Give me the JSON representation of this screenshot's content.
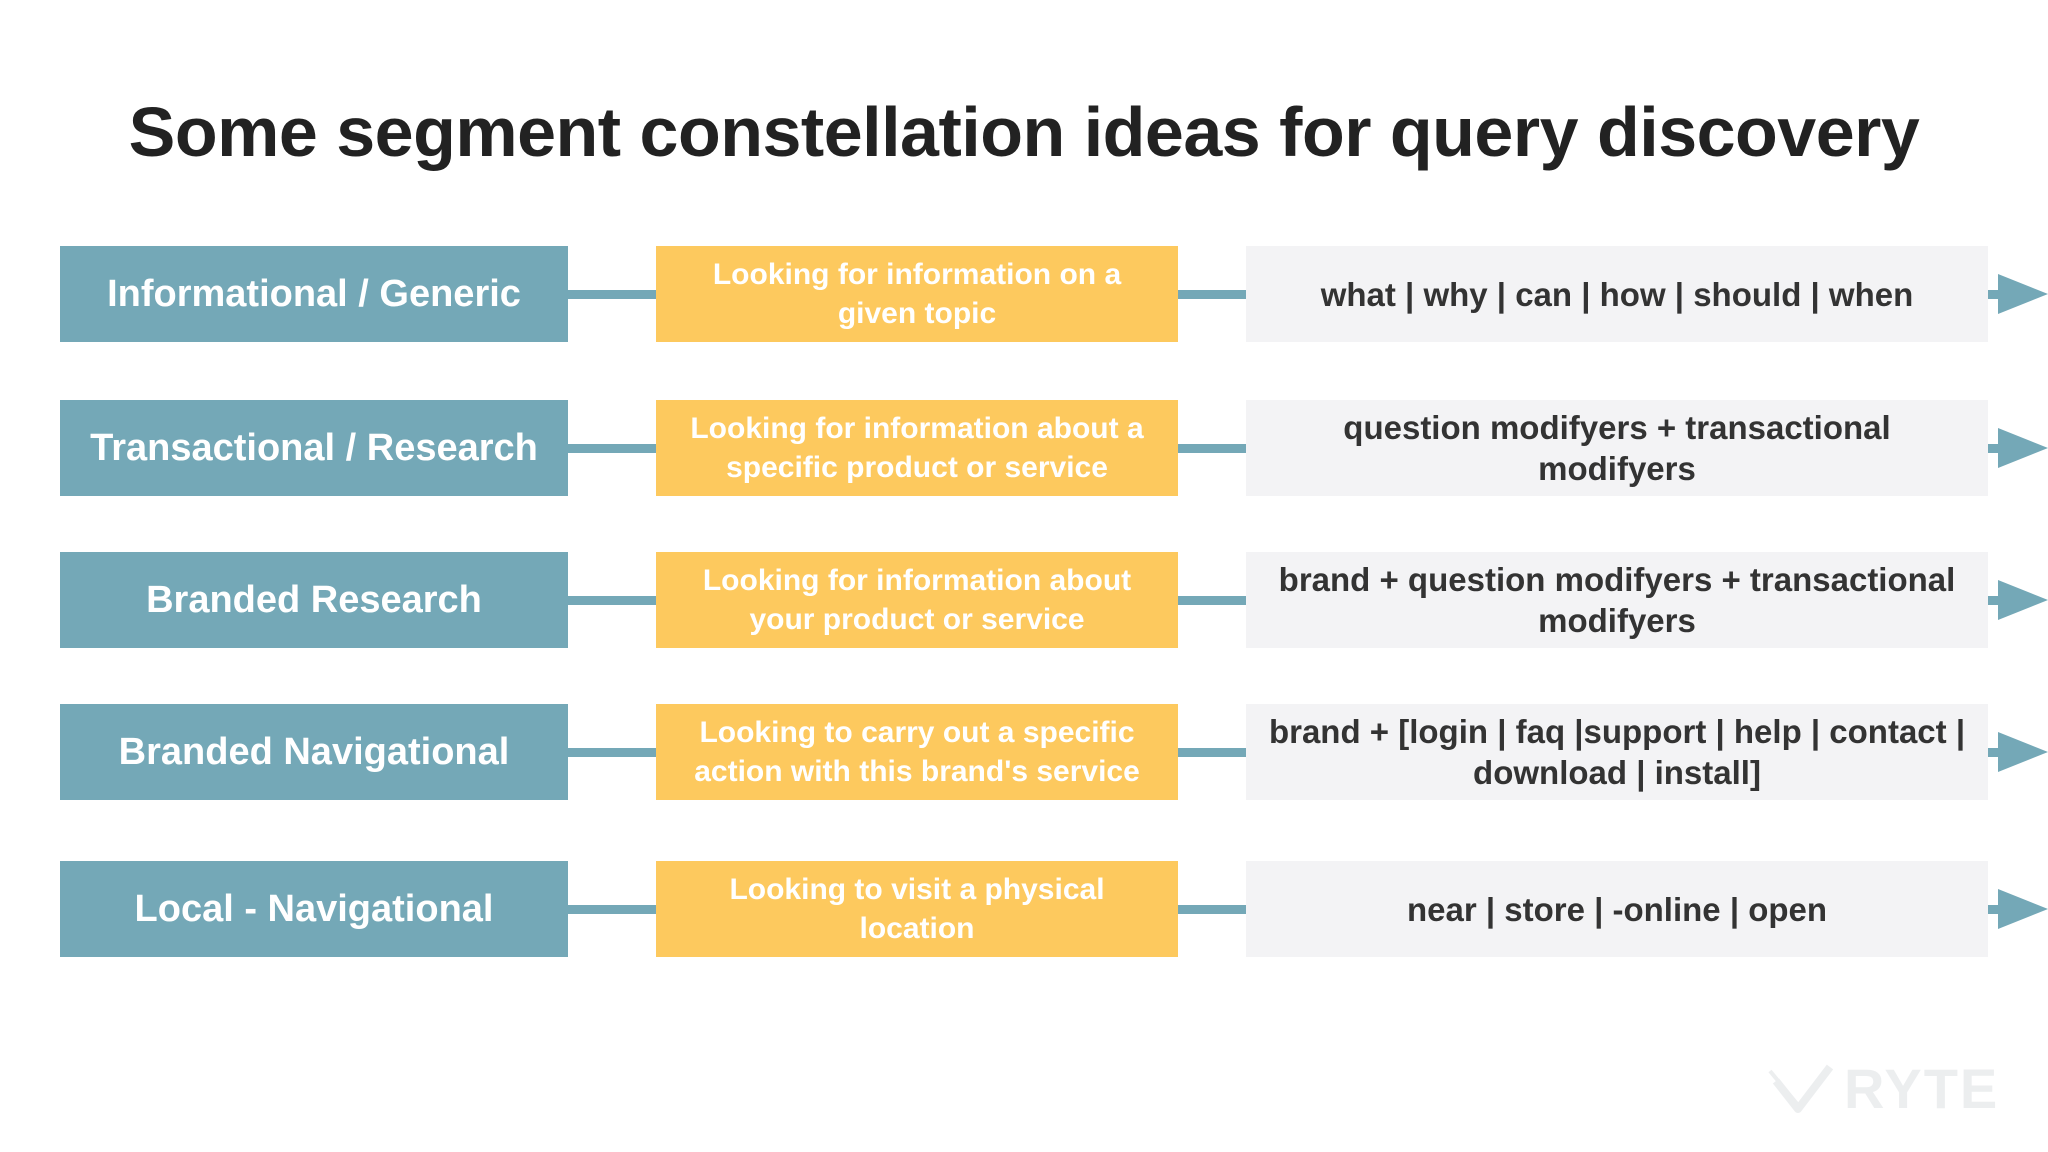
{
  "title": "Some segment constellation ideas for query discovery",
  "rows": [
    {
      "segment": "Informational / Generic",
      "intent": "Looking for information on a given topic",
      "modifiers": "what | why | can  | how | should | when"
    },
    {
      "segment": "Transactional / Research",
      "intent": "Looking for information about a specific product or service",
      "modifiers": "question modifyers + transactional modifyers"
    },
    {
      "segment": "Branded Research",
      "intent": "Looking for information about your product or service",
      "modifiers": "brand + question modifyers + transactional modifyers"
    },
    {
      "segment": "Branded Navigational",
      "intent": "Looking to carry out a specific action with this brand's service",
      "modifiers": "brand + [login | faq |support | help | contact | download | install]"
    },
    {
      "segment": "Local - Navigational",
      "intent": "Looking to visit a physical location",
      "modifiers": "near | store | -online | open"
    }
  ],
  "watermark": {
    "text": "RYTE",
    "icon": "ryte-logo-icon"
  },
  "colors": {
    "segment_fill": "#74a8b7",
    "intent_fill": "#fdc95e",
    "modifier_fill": "#f3f3f5",
    "title_text": "#222222"
  }
}
